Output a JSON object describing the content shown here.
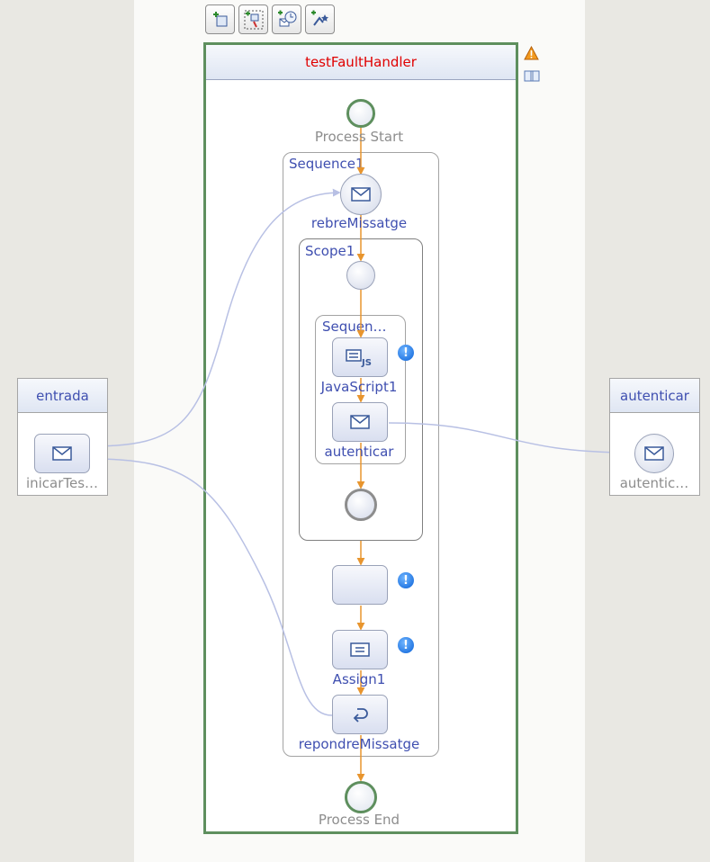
{
  "process": {
    "title": "testFaultHandler",
    "start_label": "Process Start",
    "end_label": "Process End"
  },
  "toolbar": {
    "icons": [
      "add-activity-icon",
      "add-fault-handler-icon",
      "add-event-handler-icon",
      "add-compensation-icon"
    ]
  },
  "status_icons": [
    "warning-icon",
    "documentation-icon"
  ],
  "sequence1": {
    "label": "Sequence1"
  },
  "receive": {
    "label": "rebreMissatge",
    "icon": "envelope-icon"
  },
  "scope1": {
    "label": "Scope1"
  },
  "inner_sequence": {
    "label": "Sequen…"
  },
  "javascript": {
    "label": "JavaScript1",
    "icon": "javascript-icon"
  },
  "invoke": {
    "label": "autenticar",
    "icon": "envelope-icon"
  },
  "empty_activity": {
    "label": ""
  },
  "assign": {
    "label": "Assign1",
    "icon": "assign-icon"
  },
  "reply": {
    "label": "repondreMissatge",
    "icon": "reply-arrow-icon"
  },
  "partner_left": {
    "title": "entrada",
    "operation": "inicarTes…"
  },
  "partner_right": {
    "title": "autenticar",
    "operation": "autentic…"
  },
  "colors": {
    "flow_arrow": "#e8952e",
    "link_line": "#b8c0e4",
    "label_blue": "#3f4fb0",
    "title_red": "#e00000",
    "process_border": "#5e8f5e",
    "info_badge": "#0b62d8"
  }
}
